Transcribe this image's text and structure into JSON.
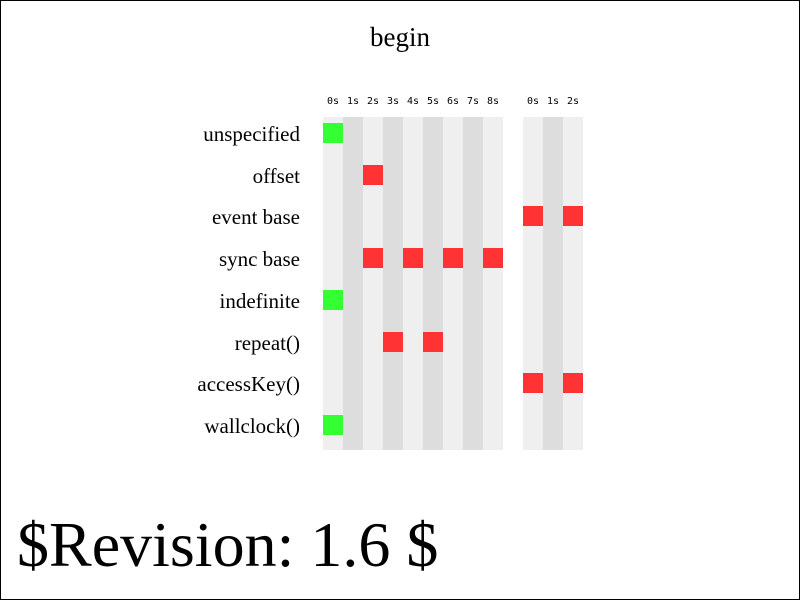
{
  "title": "begin",
  "revision": "$Revision: 1.6 $",
  "colors": {
    "active_start": "#33ff33",
    "interval_start": "#ff3333",
    "column_light": "#efefef",
    "column_dark": "#dddddd"
  },
  "timeline_a": {
    "ticks": [
      "0s",
      "1s",
      "2s",
      "3s",
      "4s",
      "5s",
      "6s",
      "7s",
      "8s"
    ]
  },
  "timeline_b": {
    "ticks": [
      "0s",
      "1s",
      "2s"
    ]
  },
  "rows": [
    {
      "label": "unspecified",
      "green": [
        0
      ],
      "red_a": [],
      "red_b": []
    },
    {
      "label": "offset",
      "green": [],
      "red_a": [
        2
      ],
      "red_b": []
    },
    {
      "label": "event base",
      "green": [],
      "red_a": [],
      "red_b": [
        0,
        2
      ]
    },
    {
      "label": "sync base",
      "green": [],
      "red_a": [
        2,
        4,
        6,
        8
      ],
      "red_b": []
    },
    {
      "label": "indefinite",
      "green": [
        0
      ],
      "red_a": [],
      "red_b": []
    },
    {
      "label": "repeat()",
      "green": [],
      "red_a": [
        3,
        5
      ],
      "red_b": []
    },
    {
      "label": "accessKey()",
      "green": [],
      "red_a": [],
      "red_b": [
        0,
        2
      ]
    },
    {
      "label": "wallclock()",
      "green": [
        0
      ],
      "red_a": [],
      "red_b": []
    }
  ]
}
